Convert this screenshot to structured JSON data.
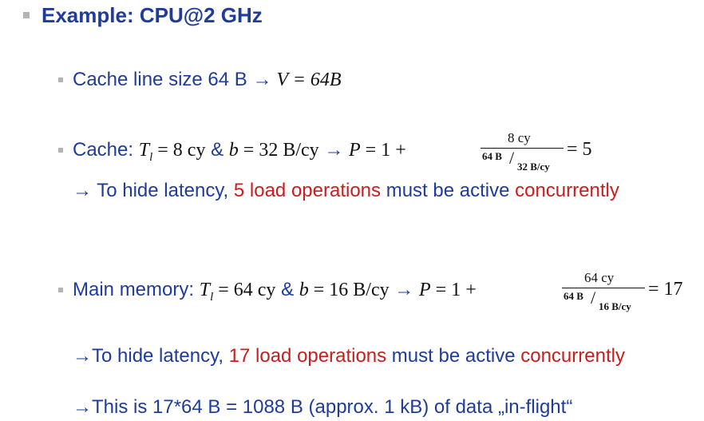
{
  "title": "Example: CPU@2 GHz",
  "line1": {
    "text": "Cache line size 64 B ",
    "arrow": "→",
    "math": " V = 64B"
  },
  "line2": {
    "label": "Cache: ",
    "t": "T",
    "t_sub": "l",
    "t_val": " = 8 cy",
    "amp": " & ",
    "b": "b",
    "b_val": " = 32 B/cy",
    "arrow": " → ",
    "p": "P",
    "p_eq": " = 1 + ",
    "frac_num": "8 cy",
    "frac_den_a": "64 B",
    "frac_den_slash": "/",
    "frac_den_b": "32 B/cy",
    "result": " = 5"
  },
  "line3": {
    "arrow": "→",
    "part1": " To hide latency, ",
    "num": "5 load operations",
    "part2": " must be active ",
    "word": "concurrently"
  },
  "line4": {
    "label": "Main memory: ",
    "t": "T",
    "t_sub": "l",
    "t_val": " = 64 cy",
    "amp": " & ",
    "b": "b",
    "b_val": " = 16 B/cy",
    "arrow": " → ",
    "p": "P",
    "p_eq": " = 1 + ",
    "frac_num": "64 cy",
    "frac_den_a": "64 B",
    "frac_den_slash": "/",
    "frac_den_b": "16 B/cy",
    "result": " = 17"
  },
  "line5": {
    "arrow": "→",
    "part1": "To hide latency, ",
    "num": "17 load operations",
    "part2": " must be active ",
    "word": "concurrently"
  },
  "line6": {
    "arrow": "→",
    "text": "This is 17*64 B = 1088 B (approx. 1 kB) of data „in-flight“"
  },
  "colors": {
    "blue": "#1f3c9a",
    "red": "#c81e1e",
    "bullet": "#b4b4b4"
  }
}
